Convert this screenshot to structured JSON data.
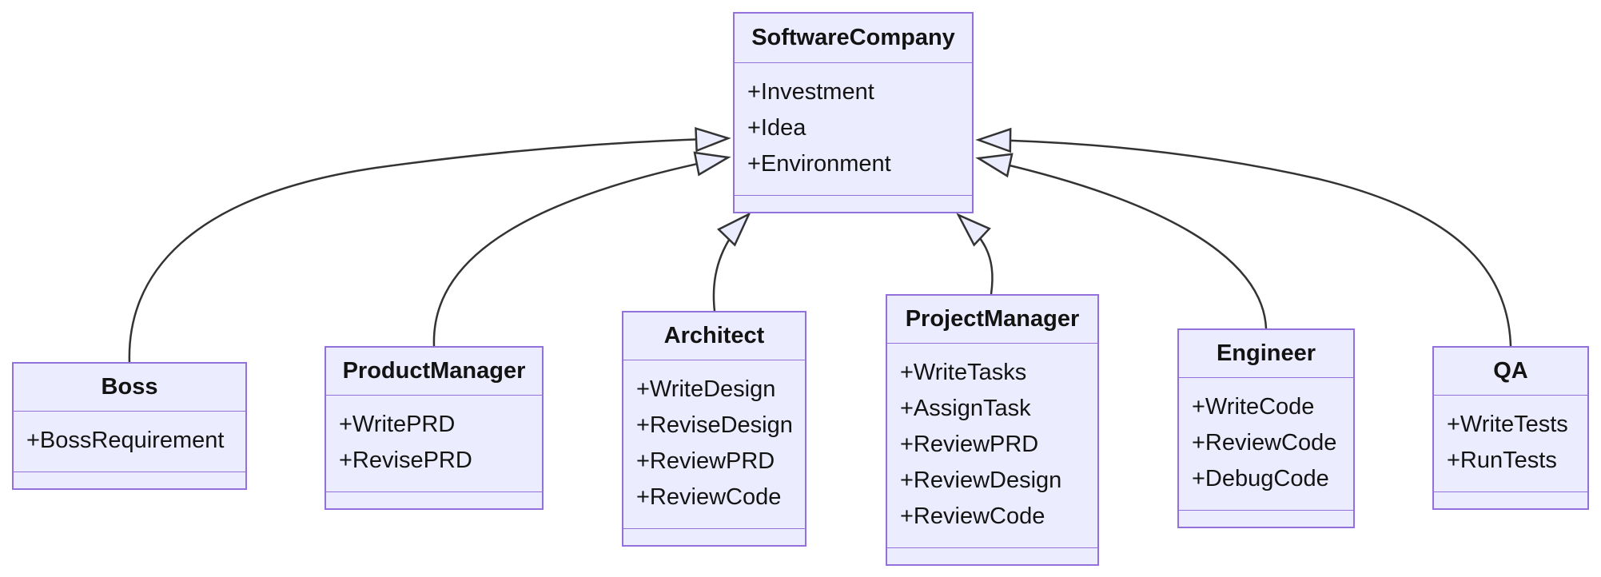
{
  "diagram": {
    "kind": "uml-class-diagram",
    "classes": [
      {
        "name": "SoftwareCompany",
        "attributes": [
          "+Investment",
          "+Idea",
          "+Environment"
        ]
      },
      {
        "name": "Boss",
        "attributes": [
          "+BossRequirement"
        ]
      },
      {
        "name": "ProductManager",
        "attributes": [
          "+WritePRD",
          "+RevisePRD"
        ]
      },
      {
        "name": "Architect",
        "attributes": [
          "+WriteDesign",
          "+ReviseDesign",
          "+ReviewPRD",
          "+ReviewCode"
        ]
      },
      {
        "name": "ProjectManager",
        "attributes": [
          "+WriteTasks",
          "+AssignTask",
          "+ReviewPRD",
          "+ReviewDesign",
          "+ReviewCode"
        ]
      },
      {
        "name": "Engineer",
        "attributes": [
          "+WriteCode",
          "+ReviewCode",
          "+DebugCode"
        ]
      },
      {
        "name": "QA",
        "attributes": [
          "+WriteTests",
          "+RunTests"
        ]
      }
    ],
    "relations": [
      {
        "from": "Boss",
        "to": "SoftwareCompany",
        "type": "inheritance"
      },
      {
        "from": "ProductManager",
        "to": "SoftwareCompany",
        "type": "inheritance"
      },
      {
        "from": "Architect",
        "to": "SoftwareCompany",
        "type": "inheritance"
      },
      {
        "from": "ProjectManager",
        "to": "SoftwareCompany",
        "type": "inheritance"
      },
      {
        "from": "Engineer",
        "to": "SoftwareCompany",
        "type": "inheritance"
      },
      {
        "from": "QA",
        "to": "SoftwareCompany",
        "type": "inheritance"
      }
    ],
    "colors": {
      "node_fill": "#ECECFF",
      "node_border": "#9370DB",
      "edge_color": "#333333",
      "text_color": "#131313",
      "background": "#ffffff"
    }
  }
}
